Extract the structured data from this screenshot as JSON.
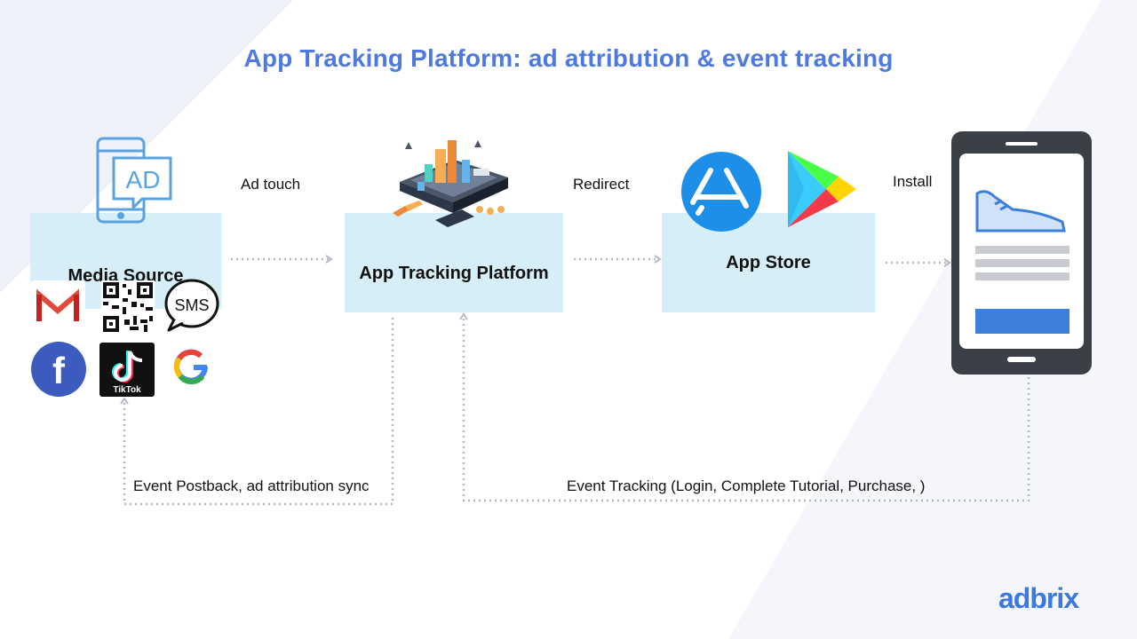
{
  "title": "App Tracking Platform: ad attribution & event tracking",
  "nodes": {
    "media_source": "Media Source",
    "atp": "App Tracking Platform",
    "app_store": "App Store"
  },
  "edges": {
    "ad_touch": "Ad touch",
    "redirect": "Redirect",
    "install": "Install",
    "postback": "Event Postback, ad attribution sync",
    "event_tracking": "Event Tracking (Login, Complete Tutorial, Purchase, )"
  },
  "icons": {
    "ad_badge": "AD",
    "sms_bubble": "SMS",
    "tiktok_caption": "TikTok",
    "facebook_letter": "f",
    "google_letter": "G"
  },
  "logo": {
    "brand": "adbrix"
  },
  "colors": {
    "title": "#4e7ae0",
    "box_fill": "#d6eef8",
    "arrow": "#b5b9c2",
    "phone_frame": "#3a3f48",
    "phone_button": "#3d7fdc",
    "app_store_blue": "#1e8fe8"
  }
}
